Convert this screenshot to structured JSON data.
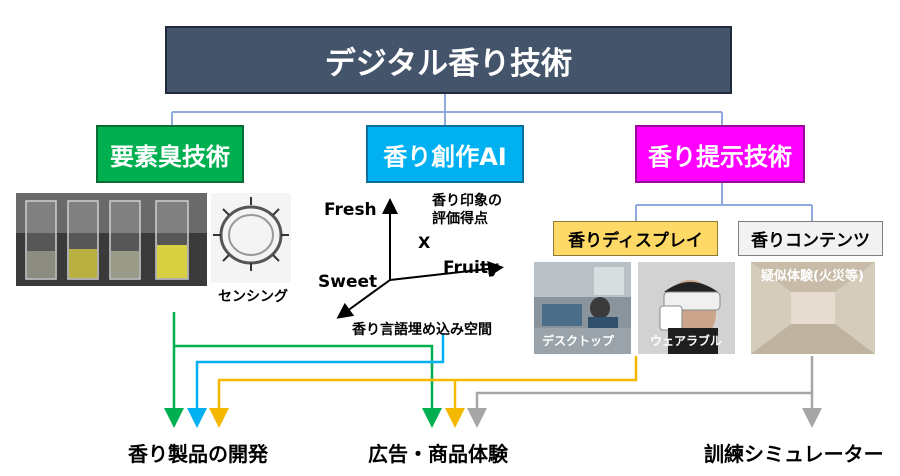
{
  "title": "デジタル香り技術",
  "branches": {
    "smell_elements": "要素臭技術",
    "fragrance_ai": "香り創作AI",
    "presentation": "香り提示技術"
  },
  "sensing_label": "センシング",
  "embedding": {
    "axis_fresh": "Fresh",
    "axis_fruity": "Fruity",
    "axis_sweet": "Sweet",
    "point_marker": "X",
    "evaluation_line1": "香り印象の",
    "evaluation_line2": "評価得点",
    "space_label": "香り言語埋め込み空間"
  },
  "sub_boxes": {
    "display": "香りディスプレイ",
    "contents": "香りコンテンツ"
  },
  "photo_labels": {
    "desktop": "デスクトップ",
    "wearable": "ウェアラブル",
    "simulated": "疑似体験(火災等)"
  },
  "outputs": {
    "products": "香り製品の開発",
    "advertising": "広告・商品体験",
    "training": "訓練シミュレーター"
  },
  "colors": {
    "title_bg": "#44546a",
    "green": "#00b050",
    "blue": "#00b0f0",
    "pink": "#ff00ff",
    "yellow_box": "#ffd966",
    "gold_line": "#f5b800",
    "gray_line": "#a6a6a6",
    "tree_line": "#8faadc"
  }
}
